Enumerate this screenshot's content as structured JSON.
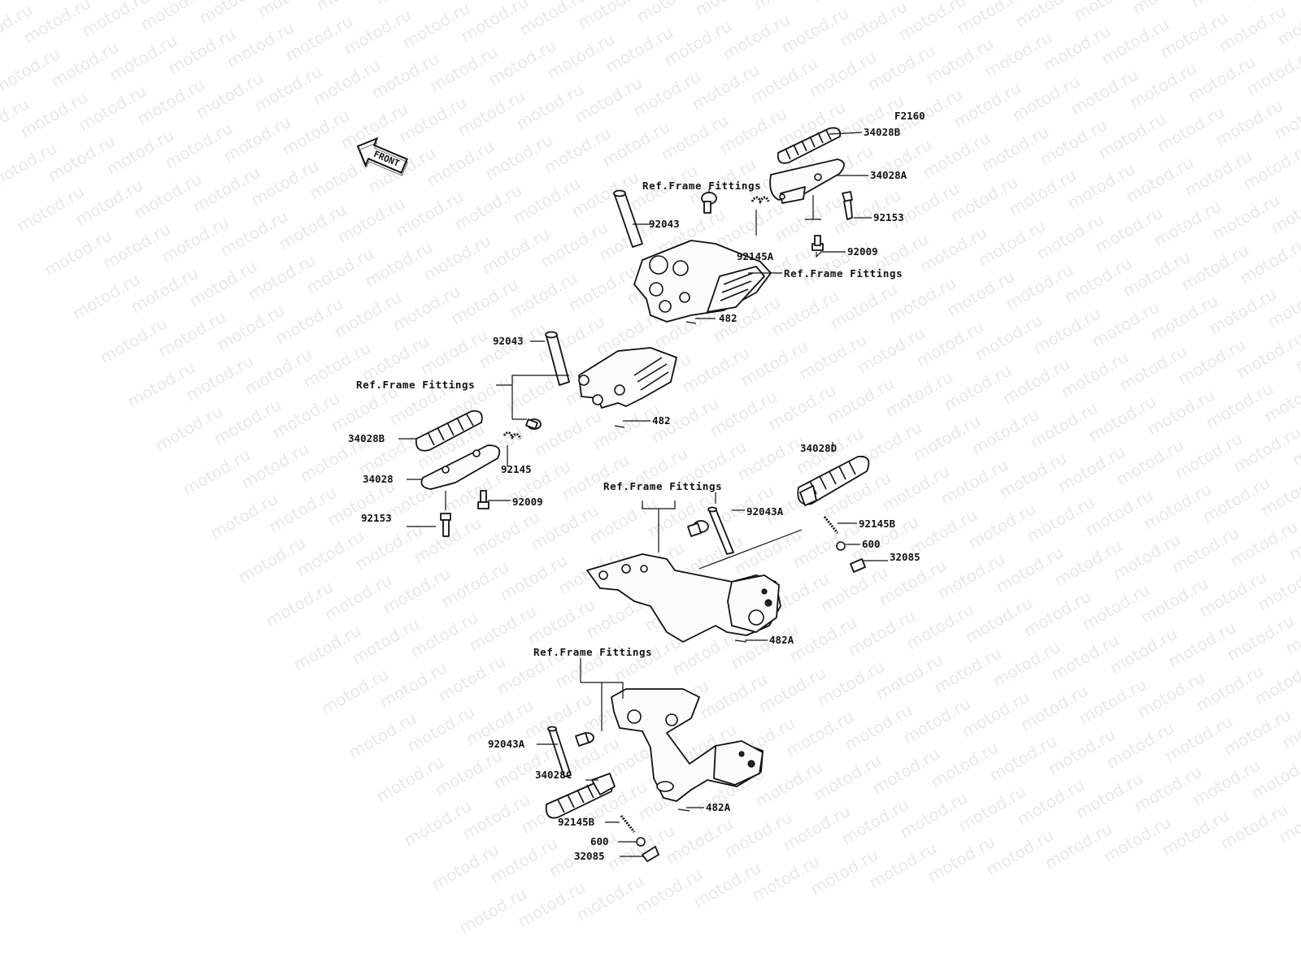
{
  "diagram": {
    "code": "F2160",
    "front_arrow": "FRONT",
    "watermark": "motod.ru",
    "labels": {
      "l_34028B_top": "34028B",
      "l_34028A": "34028A",
      "l_ref_1": "Ref.Frame Fittings",
      "l_92043_top": "92043",
      "l_92153_top": "92153",
      "l_92145A": "92145A",
      "l_92009_top": "92009",
      "l_ref_2": "Ref.Frame Fittings",
      "l_482_top": "482",
      "l_92043_mid": "92043",
      "l_ref_3": "Ref.Frame Fittings",
      "l_482_mid": "482",
      "l_34028B_mid": "34028B",
      "l_92145": "92145",
      "l_34028": "34028",
      "l_92009_mid": "92009",
      "l_92153_mid": "92153",
      "l_34028D": "34028D",
      "l_ref_4": "Ref.Frame Fittings",
      "l_92043A_right": "92043A",
      "l_92145B_right": "92145B",
      "l_600_right": "600",
      "l_32085_right": "32085",
      "l_482A_right": "482A",
      "l_ref_5": "Ref.Frame Fittings",
      "l_92043A_bot": "92043A",
      "l_34028C": "34028C",
      "l_482A_bot": "482A",
      "l_92145B_bot": "92145B",
      "l_600_bot": "600",
      "l_32085_bot": "32085"
    }
  }
}
